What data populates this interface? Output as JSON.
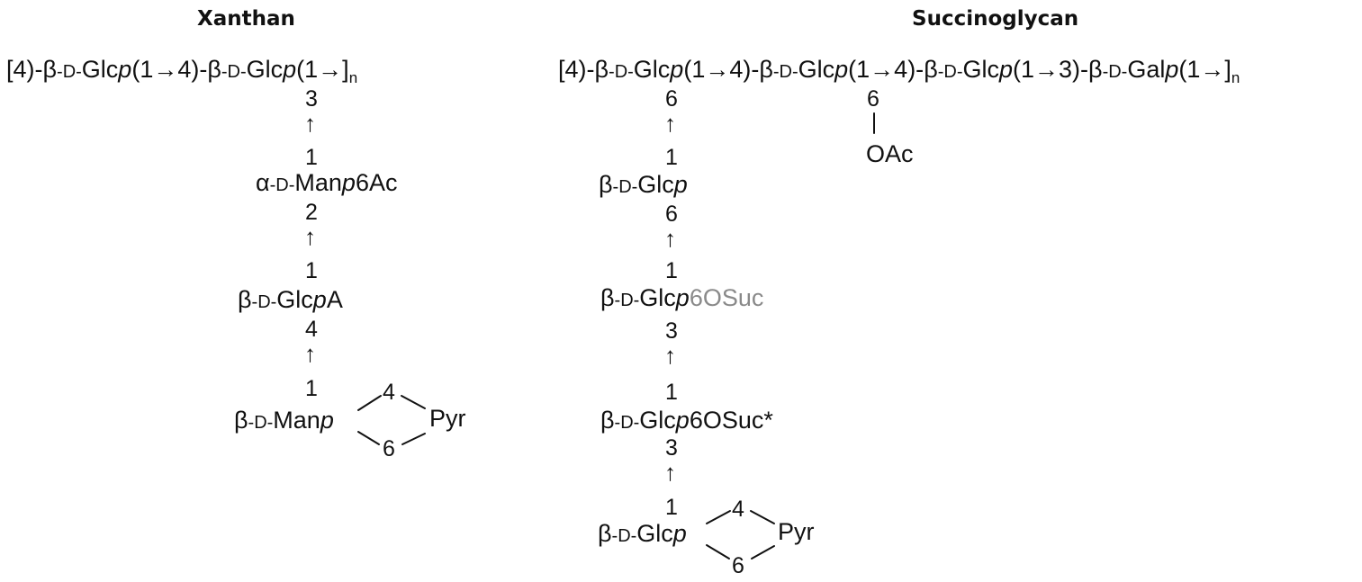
{
  "xanthan": {
    "title": "Xanthan",
    "backbone": {
      "p1": "[4)-",
      "b1": "β",
      "d1": "-D-",
      "g1": "Glc",
      "i1": "p",
      "m1": "(1→4)-",
      "b2": "β",
      "d2": "-D-",
      "g2": "Glc",
      "i2": "p",
      "m2": "(1→]",
      "sub": "n"
    },
    "link1": {
      "top": "3",
      "arrow": "↑",
      "bottom": "1"
    },
    "man1": {
      "a": "α",
      "d": "-D-",
      "name": "Man",
      "i": "p",
      "rest": "6Ac"
    },
    "link2": {
      "top": "2",
      "arrow": "↑",
      "bottom": "1"
    },
    "glca": {
      "b": "β",
      "d": "-D-",
      "name": "Glc",
      "i": "p",
      "rest": "A"
    },
    "link3": {
      "top": "4",
      "arrow": "↑",
      "bottom": "1"
    },
    "man2": {
      "b": "β",
      "d": "-D-",
      "name": "Man",
      "i": "p"
    },
    "pyr": {
      "top": "4",
      "bottom": "6",
      "label": "Pyr"
    }
  },
  "succinoglycan": {
    "title": "Succinoglycan",
    "backbone": {
      "p1": "[4)-",
      "b1": "β",
      "d1": "-D-",
      "g1": "Glc",
      "i1": "p",
      "m1": "(1→4)-",
      "b2": "β",
      "d2": "-D-",
      "g2": "Glc",
      "i2": "p",
      "m2": "(1→4)-",
      "b3": "β",
      "d3": "-D-",
      "g3": "Glc",
      "i3": "p",
      "m3": "(1→3)-",
      "b4": "β",
      "d4": "-D-",
      "g4": "Gal",
      "i4": "p",
      "m4": "(1→]",
      "sub": "n"
    },
    "oac": {
      "pos": "6",
      "label": "OAc"
    },
    "link1": {
      "top": "6",
      "arrow": "↑",
      "bottom": "1"
    },
    "glc1": {
      "b": "β",
      "d": "-D-",
      "name": "Glc",
      "i": "p"
    },
    "link2": {
      "top": "6",
      "arrow": "↑",
      "bottom": "1"
    },
    "glc2": {
      "b": "β",
      "d": "-D-",
      "name": "Glc",
      "i": "p",
      "rest": "6OSuc"
    },
    "link3": {
      "top": "3",
      "arrow": "↑",
      "bottom": "1"
    },
    "glc3": {
      "b": "β",
      "d": "-D-",
      "name": "Glc",
      "i": "p",
      "rest": "6OSuc*"
    },
    "link4": {
      "top": "3",
      "arrow": "↑",
      "bottom": "1"
    },
    "glc4": {
      "b": "β",
      "d": "-D-",
      "name": "Glc",
      "i": "p"
    },
    "pyr": {
      "top": "4",
      "bottom": "6",
      "label": "Pyr"
    }
  }
}
